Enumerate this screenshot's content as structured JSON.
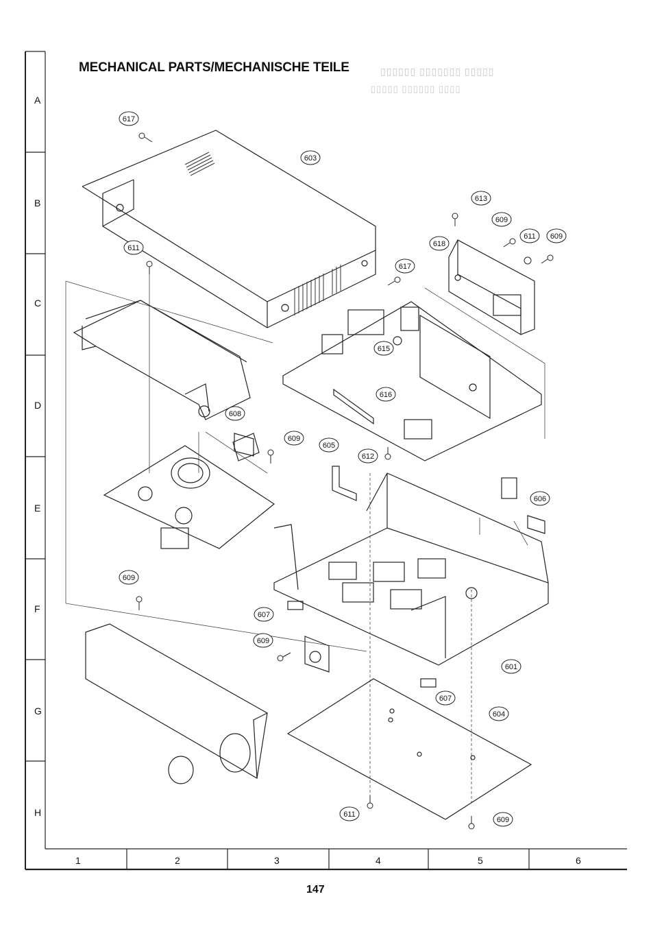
{
  "title": "MECHANICAL PARTS/MECHANISCHE TEILE",
  "page_number": "147",
  "rows": [
    "A",
    "B",
    "C",
    "D",
    "E",
    "F",
    "G",
    "H"
  ],
  "columns": [
    "1",
    "2",
    "3",
    "4",
    "5",
    "6"
  ],
  "callouts": [
    "617",
    "603",
    "613",
    "609",
    "611",
    "609",
    "618",
    "611",
    "617",
    "615",
    "616",
    "608",
    "609",
    "605",
    "612",
    "606",
    "609",
    "607",
    "609",
    "601",
    "607",
    "604",
    "611",
    "609"
  ]
}
